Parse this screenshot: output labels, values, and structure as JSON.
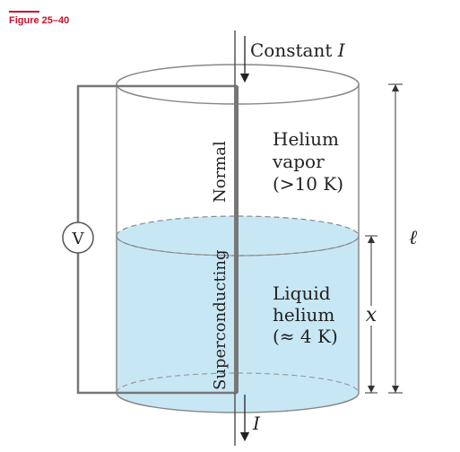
{
  "figure_label": "Figure 25–40",
  "labels": {
    "constant": "Constant ",
    "current_symbol": "I",
    "bottom_current": "I",
    "voltmeter": "V",
    "normal": "Normal",
    "superconducting": "Superconducting",
    "vapor_line1": "Helium",
    "vapor_line2": "vapor",
    "vapor_line3": "(>10 K)",
    "liquid_line1": "Liquid",
    "liquid_line2": "helium",
    "liquid_line3": "(≈ 4 K)",
    "ell": "ℓ",
    "x": "x"
  },
  "colors": {
    "liquid": "#c8e7f5",
    "accent": "#c8102e",
    "wire": "#777777"
  }
}
